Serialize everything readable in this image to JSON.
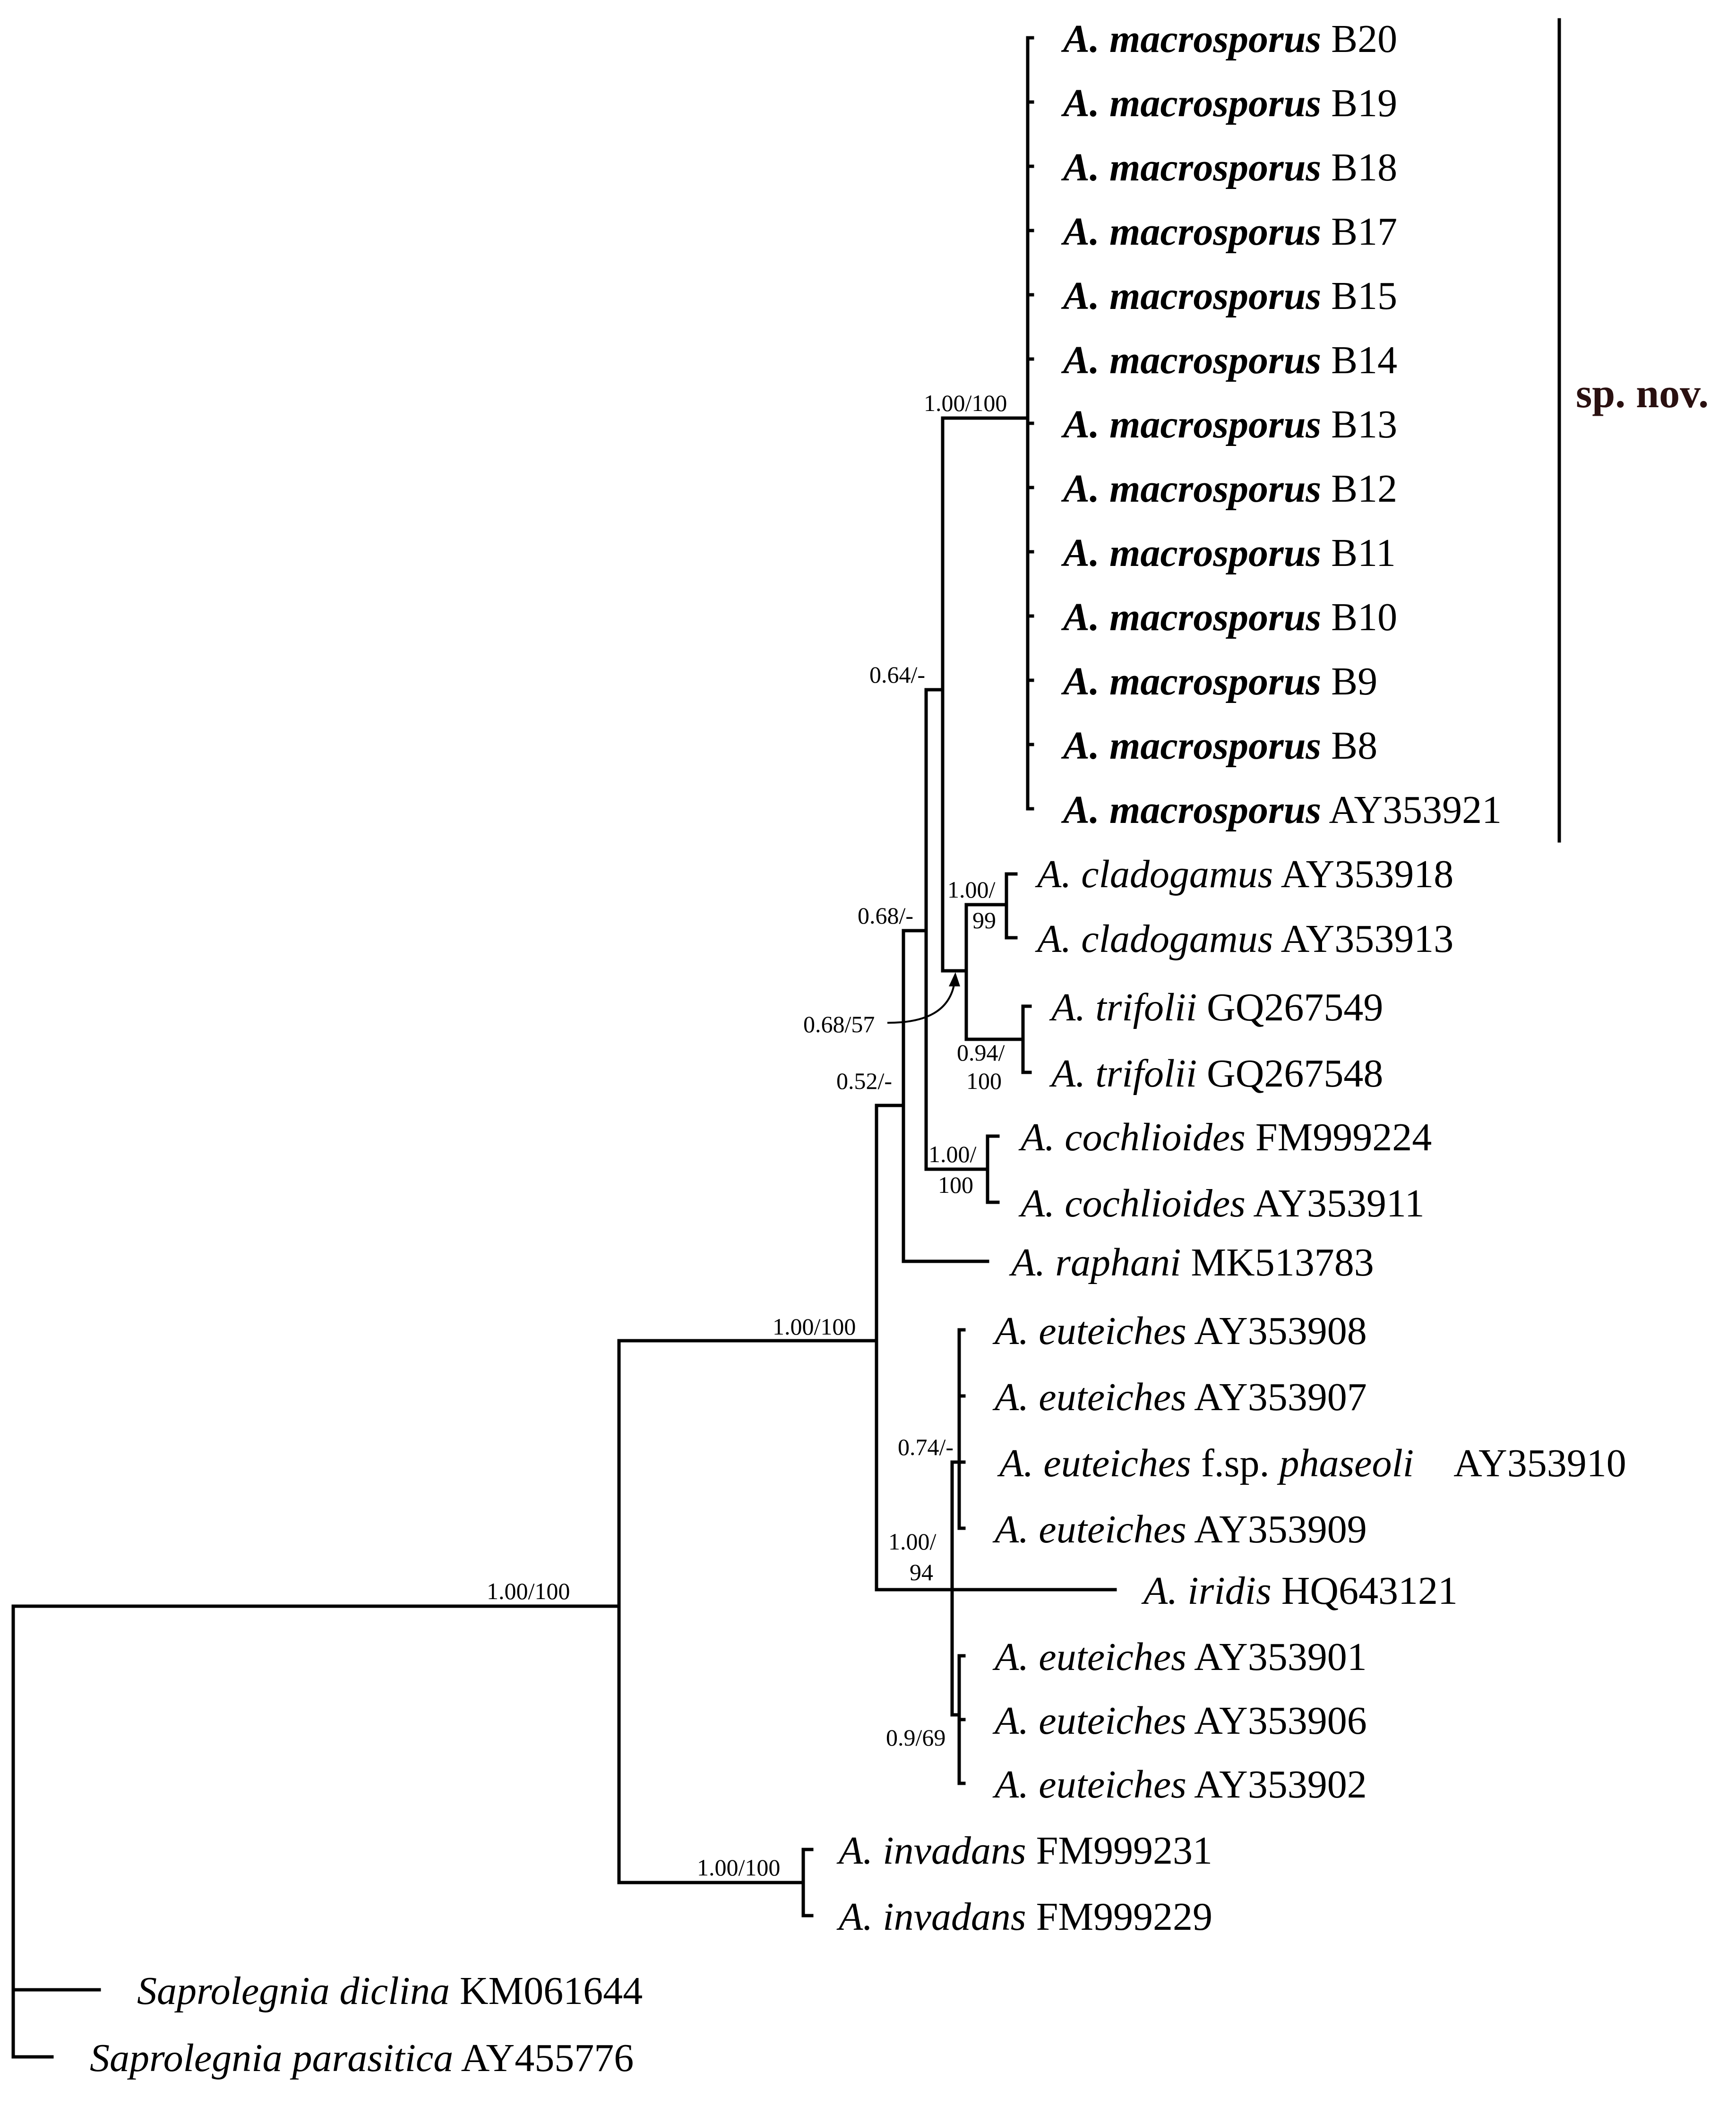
{
  "taxa": [
    {
      "genus": "A.",
      "epithet": "macrosporus",
      "accession": "B20",
      "novel": true
    },
    {
      "genus": "A.",
      "epithet": "macrosporus",
      "accession": "B19",
      "novel": true
    },
    {
      "genus": "A.",
      "epithet": "macrosporus",
      "accession": "B18",
      "novel": true
    },
    {
      "genus": "A.",
      "epithet": "macrosporus",
      "accession": "B17",
      "novel": true
    },
    {
      "genus": "A.",
      "epithet": "macrosporus",
      "accession": "B15",
      "novel": true
    },
    {
      "genus": "A.",
      "epithet": "macrosporus",
      "accession": "B14",
      "novel": true
    },
    {
      "genus": "A.",
      "epithet": "macrosporus",
      "accession": "B13",
      "novel": true
    },
    {
      "genus": "A.",
      "epithet": "macrosporus",
      "accession": "B12",
      "novel": true
    },
    {
      "genus": "A.",
      "epithet": "macrosporus",
      "accession": "B11",
      "novel": true
    },
    {
      "genus": "A.",
      "epithet": "macrosporus",
      "accession": "B10",
      "novel": true
    },
    {
      "genus": "A.",
      "epithet": "macrosporus",
      "accession": "B9",
      "novel": true
    },
    {
      "genus": "A.",
      "epithet": "macrosporus",
      "accession": "B8",
      "novel": true
    },
    {
      "genus": "A.",
      "epithet": "macrosporus",
      "accession": "AY353921",
      "novel": true
    },
    {
      "genus": "A.",
      "epithet": "cladogamus",
      "accession": "AY353918"
    },
    {
      "genus": "A.",
      "epithet": "cladogamus",
      "accession": "AY353913"
    },
    {
      "genus": "A.",
      "epithet": "trifolii",
      "accession": "GQ267549"
    },
    {
      "genus": "A.",
      "epithet": "trifolii",
      "accession": "GQ267548"
    },
    {
      "genus": "A.",
      "epithet": "cochlioides",
      "accession": "FM999224"
    },
    {
      "genus": "A.",
      "epithet": "cochlioides",
      "accession": "AY353911"
    },
    {
      "genus": "A.",
      "epithet": "raphani",
      "accession": "MK513783"
    },
    {
      "genus": "A.",
      "epithet": "euteiches",
      "accession": "AY353908"
    },
    {
      "genus": "A.",
      "epithet": "euteiches",
      "accession": "AY353907"
    },
    {
      "genus": "A.",
      "epithet": "euteiches",
      "accession": "AY353910",
      "forma": "f.sp.",
      "forma_name": "phaseoli"
    },
    {
      "genus": "A.",
      "epithet": "euteiches",
      "accession": "AY353909"
    },
    {
      "genus": "A.",
      "epithet": "iridis",
      "accession": "HQ643121"
    },
    {
      "genus": "A.",
      "epithet": "euteiches",
      "accession": "AY353901"
    },
    {
      "genus": "A.",
      "epithet": "euteiches",
      "accession": "AY353906"
    },
    {
      "genus": "A.",
      "epithet": "euteiches",
      "accession": "AY353902"
    },
    {
      "genus": "A.",
      "epithet": "invadans",
      "accession": "FM999231"
    },
    {
      "genus": "A.",
      "epithet": "invadans",
      "accession": "FM999229"
    },
    {
      "genus": "Saprolegnia",
      "epithet": "diclina",
      "accession": "KM061644"
    },
    {
      "genus": "Saprolegnia",
      "epithet": "parasitica",
      "accession": "AY455776"
    }
  ],
  "support": {
    "macrosporus": "1.00/100",
    "n064": "0.64/-",
    "n068": "0.68/-",
    "cladogamus_a": "1.00/",
    "cladogamus_b": "99",
    "n068_57": "0.68/57",
    "trifolii_a": "0.94/",
    "trifolii_b": "100",
    "n052": "0.52/-",
    "cochlioides_a": "1.00/",
    "cochlioides_b": "100",
    "aphanomyces_core": "1.00/100",
    "n074": "0.74/-",
    "n100_94_a": "1.00/",
    "n100_94_b": "94",
    "n09_69": "0.9/69",
    "aphanomyces_all": "1.00/100",
    "invadans": "1.00/100"
  },
  "clade_label": "sp. nov."
}
